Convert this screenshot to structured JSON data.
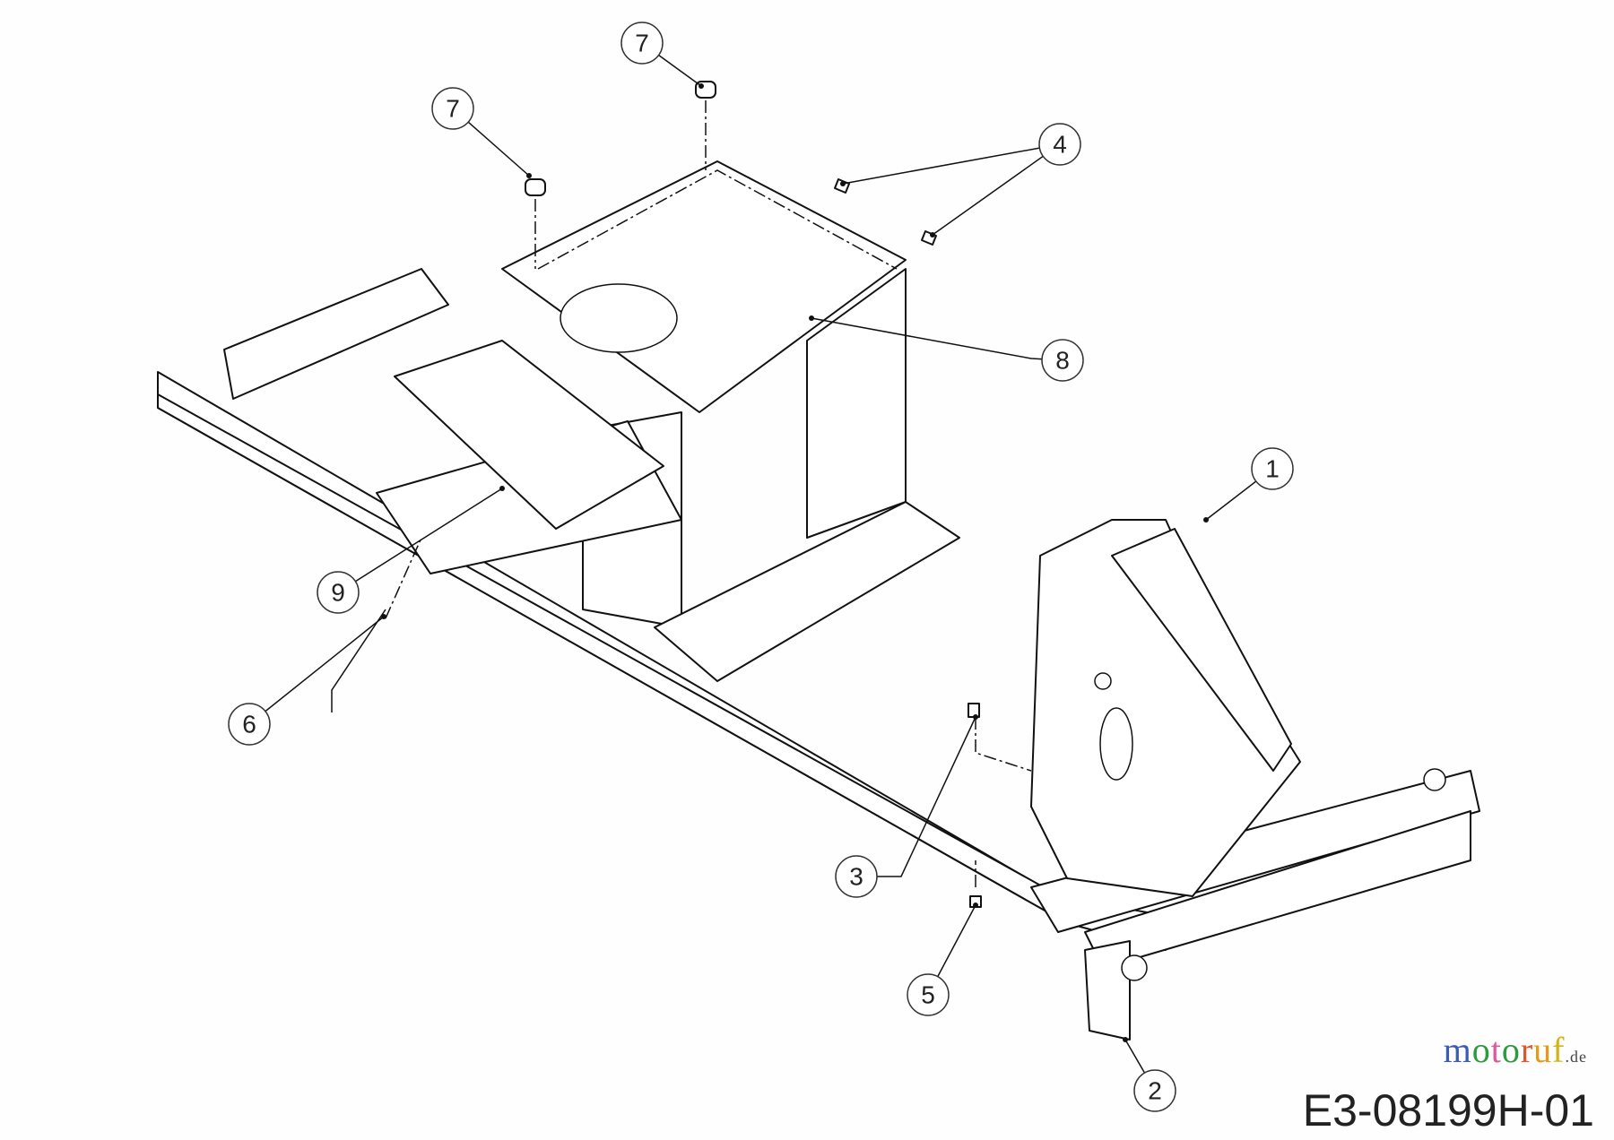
{
  "diagram": {
    "drawing_number": "E3-08199H-01",
    "watermark": {
      "letters": [
        "m",
        "o",
        "t",
        "o",
        "r",
        "u",
        "f"
      ],
      "suffix": ".de"
    },
    "callouts": [
      {
        "id": "7a",
        "label": "7"
      },
      {
        "id": "7b",
        "label": "7"
      },
      {
        "id": "4",
        "label": "4"
      },
      {
        "id": "8",
        "label": "8"
      },
      {
        "id": "1",
        "label": "1"
      },
      {
        "id": "9",
        "label": "9"
      },
      {
        "id": "6",
        "label": "6"
      },
      {
        "id": "3",
        "label": "3"
      },
      {
        "id": "5",
        "label": "5"
      },
      {
        "id": "2",
        "label": "2"
      }
    ]
  }
}
